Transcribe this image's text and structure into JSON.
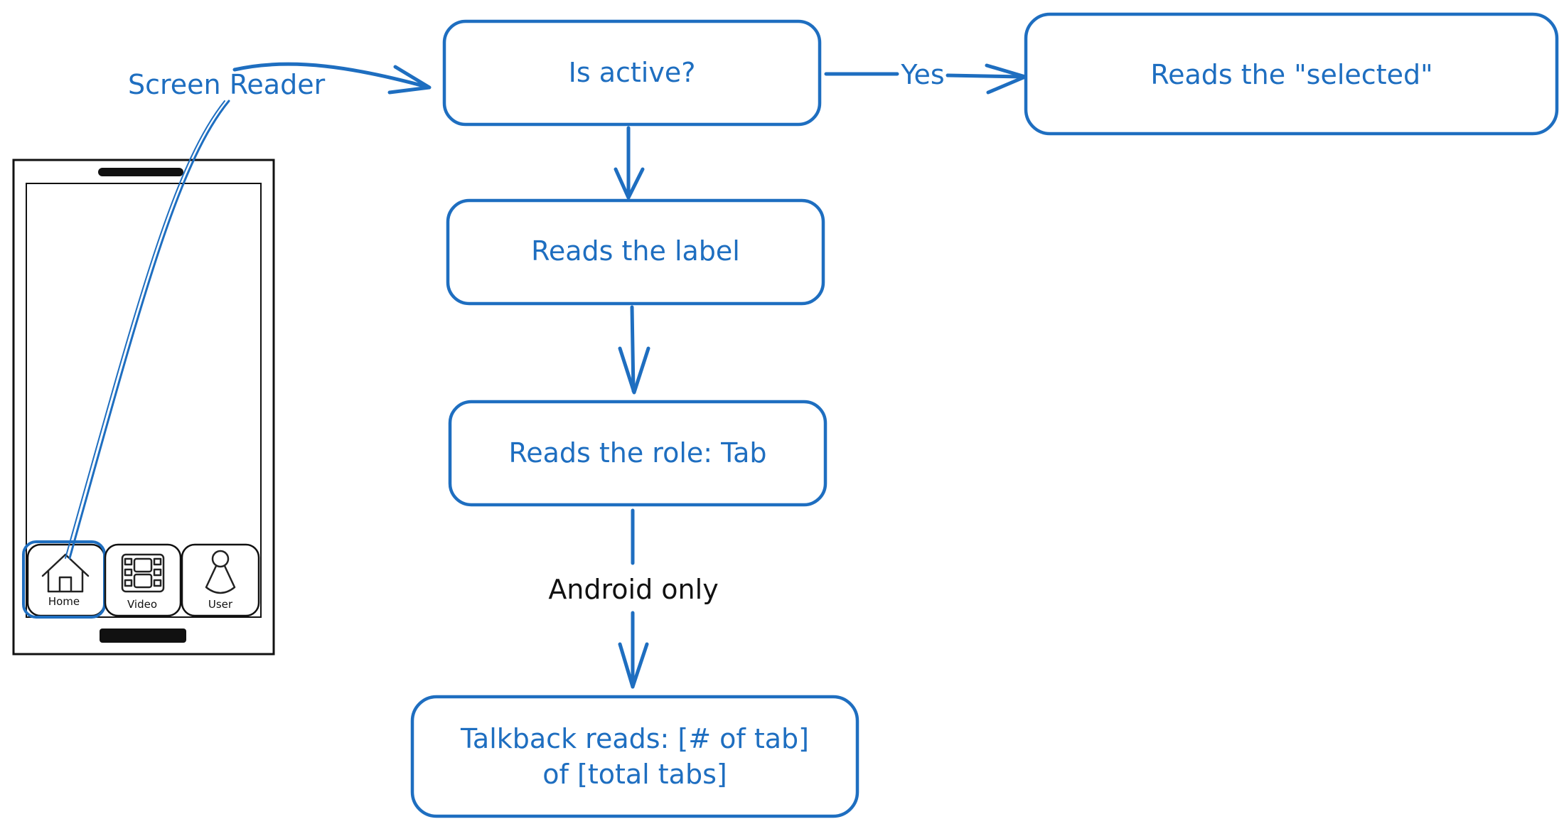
{
  "colors": {
    "accent": "#1e6ec0",
    "ink": "#111111"
  },
  "labels": {
    "screen_reader": "Screen Reader",
    "yes": "Yes",
    "android_only": "Android only"
  },
  "nodes": {
    "is_active": "Is active?",
    "reads_selected": "Reads the \"selected\"",
    "reads_label": "Reads the label",
    "reads_role": "Reads the role: Tab",
    "talkback_line1": "Talkback reads: [# of tab]",
    "talkback_line2": "of [total tabs]"
  },
  "phone": {
    "tabs": [
      {
        "label": "Home",
        "icon": "house-icon",
        "selected": true
      },
      {
        "label": "Video",
        "icon": "film-icon",
        "selected": false
      },
      {
        "label": "User",
        "icon": "user-icon",
        "selected": false
      }
    ]
  }
}
